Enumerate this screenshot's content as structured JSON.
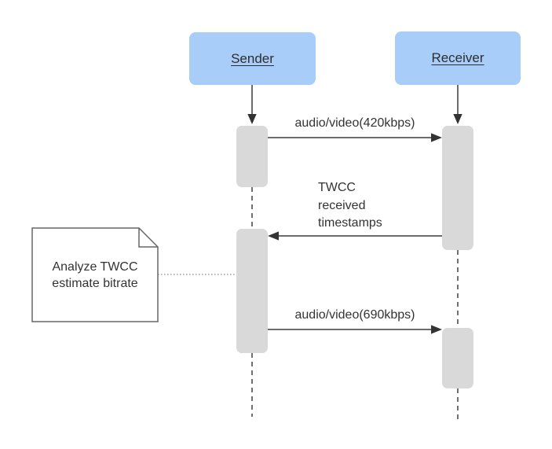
{
  "diagram": {
    "kind": "uml-sequence-diagram",
    "actors": [
      {
        "id": "sender",
        "label": "Sender"
      },
      {
        "id": "receiver",
        "label": "Receiver"
      }
    ],
    "messages": [
      {
        "from": "sender",
        "to": "receiver",
        "label": "audio/video(420kbps)"
      },
      {
        "from": "receiver",
        "to": "sender",
        "label": "TWCC received timestamps",
        "label_lines": [
          "TWCC",
          "received",
          "timestamps"
        ]
      },
      {
        "from": "sender",
        "to": "receiver",
        "label": "audio/video(690kbps)"
      }
    ],
    "note": {
      "text": "Analyze TWCC estimate bitrate",
      "lines": [
        "Analyze TWCC",
        "estimate bitrate"
      ]
    },
    "colors": {
      "actor_fill": "#a8cdf8",
      "activation_fill": "#d9d9d9",
      "line": "#3b3b3b",
      "arrowhead": "#333333",
      "text": "#333333",
      "note_border": "#666666",
      "note_fill": "#ffffff",
      "connector_dotted": "#a6a6a6",
      "background": "#ffffff"
    }
  }
}
